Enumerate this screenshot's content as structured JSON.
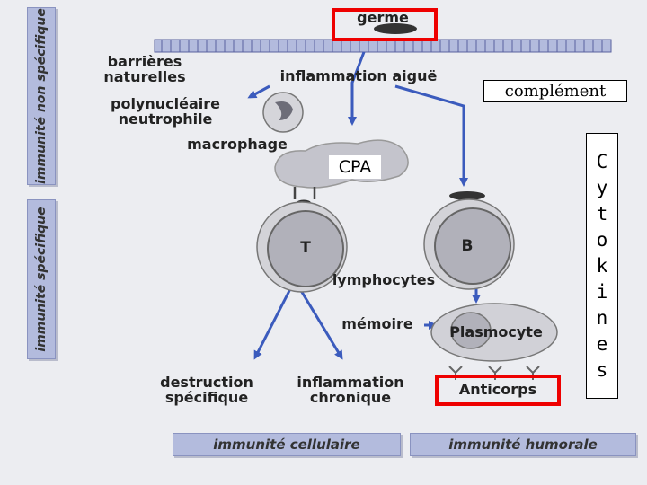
{
  "labels": {
    "germe": "germe",
    "barrieres_line1": "barrières",
    "barrieres_line2": "naturelles",
    "inflammation_aigue": "inflammation aiguë",
    "polynucleaire_line1": "polynucléaire",
    "polynucleaire_line2": "neutrophile",
    "macrophage": "macrophage",
    "cpa": "CPA",
    "complement": "complément",
    "cytokines": [
      "C",
      "y",
      "t",
      "o",
      "k",
      "i",
      "n",
      "e",
      "s"
    ],
    "t_cell": "T",
    "b_cell": "B",
    "lymphocytes": "lymphocytes",
    "memoire": "mémoire",
    "plasmocyte": "Plasmocyte",
    "destruction_line1": "destruction",
    "destruction_line2": "spécifique",
    "inflammation_chronique_line1": "inflammation",
    "inflammation_chronique_line2": "chronique",
    "anticorps": "Anticorps"
  },
  "sidebars": {
    "non_specifique": "immunité non spécifique",
    "specifique": "immunité spécifique"
  },
  "bottom": {
    "cellulaire": "immunité cellulaire",
    "humorale": "immunité humorale"
  },
  "colors": {
    "panel": "#b3bbdd",
    "arrow": "#3b5bbd",
    "cell_fill": "#c9c9cf",
    "nucleus": "#9a9aa4",
    "highlight": "#ee0000"
  }
}
